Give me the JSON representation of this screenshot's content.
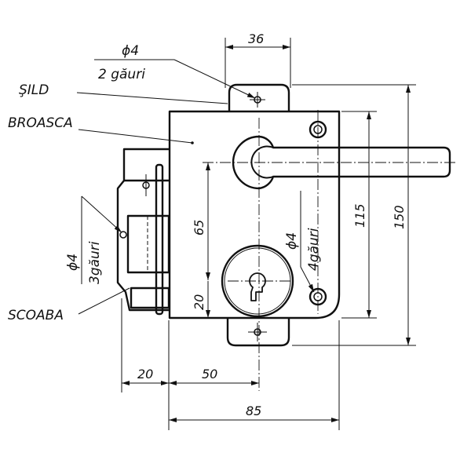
{
  "labels": {
    "sild": "ŞILD",
    "broasca": "BROASCA",
    "scoaba": "SCOABA",
    "top_hole_dia": "ϕ4",
    "top_hole_count": "2 găuri",
    "left_hole_dia": "ϕ4",
    "left_hole_count": "3găuri",
    "right_hole_dia": "ϕ4",
    "right_hole_count": "4găuri"
  },
  "dimensions": {
    "plate_width": "36",
    "handle_to_key": "65",
    "key_to_bottom": "20",
    "body_height": "115",
    "total_height": "150",
    "scoaba_width": "20",
    "edge_to_key": "50",
    "body_width": "85"
  }
}
